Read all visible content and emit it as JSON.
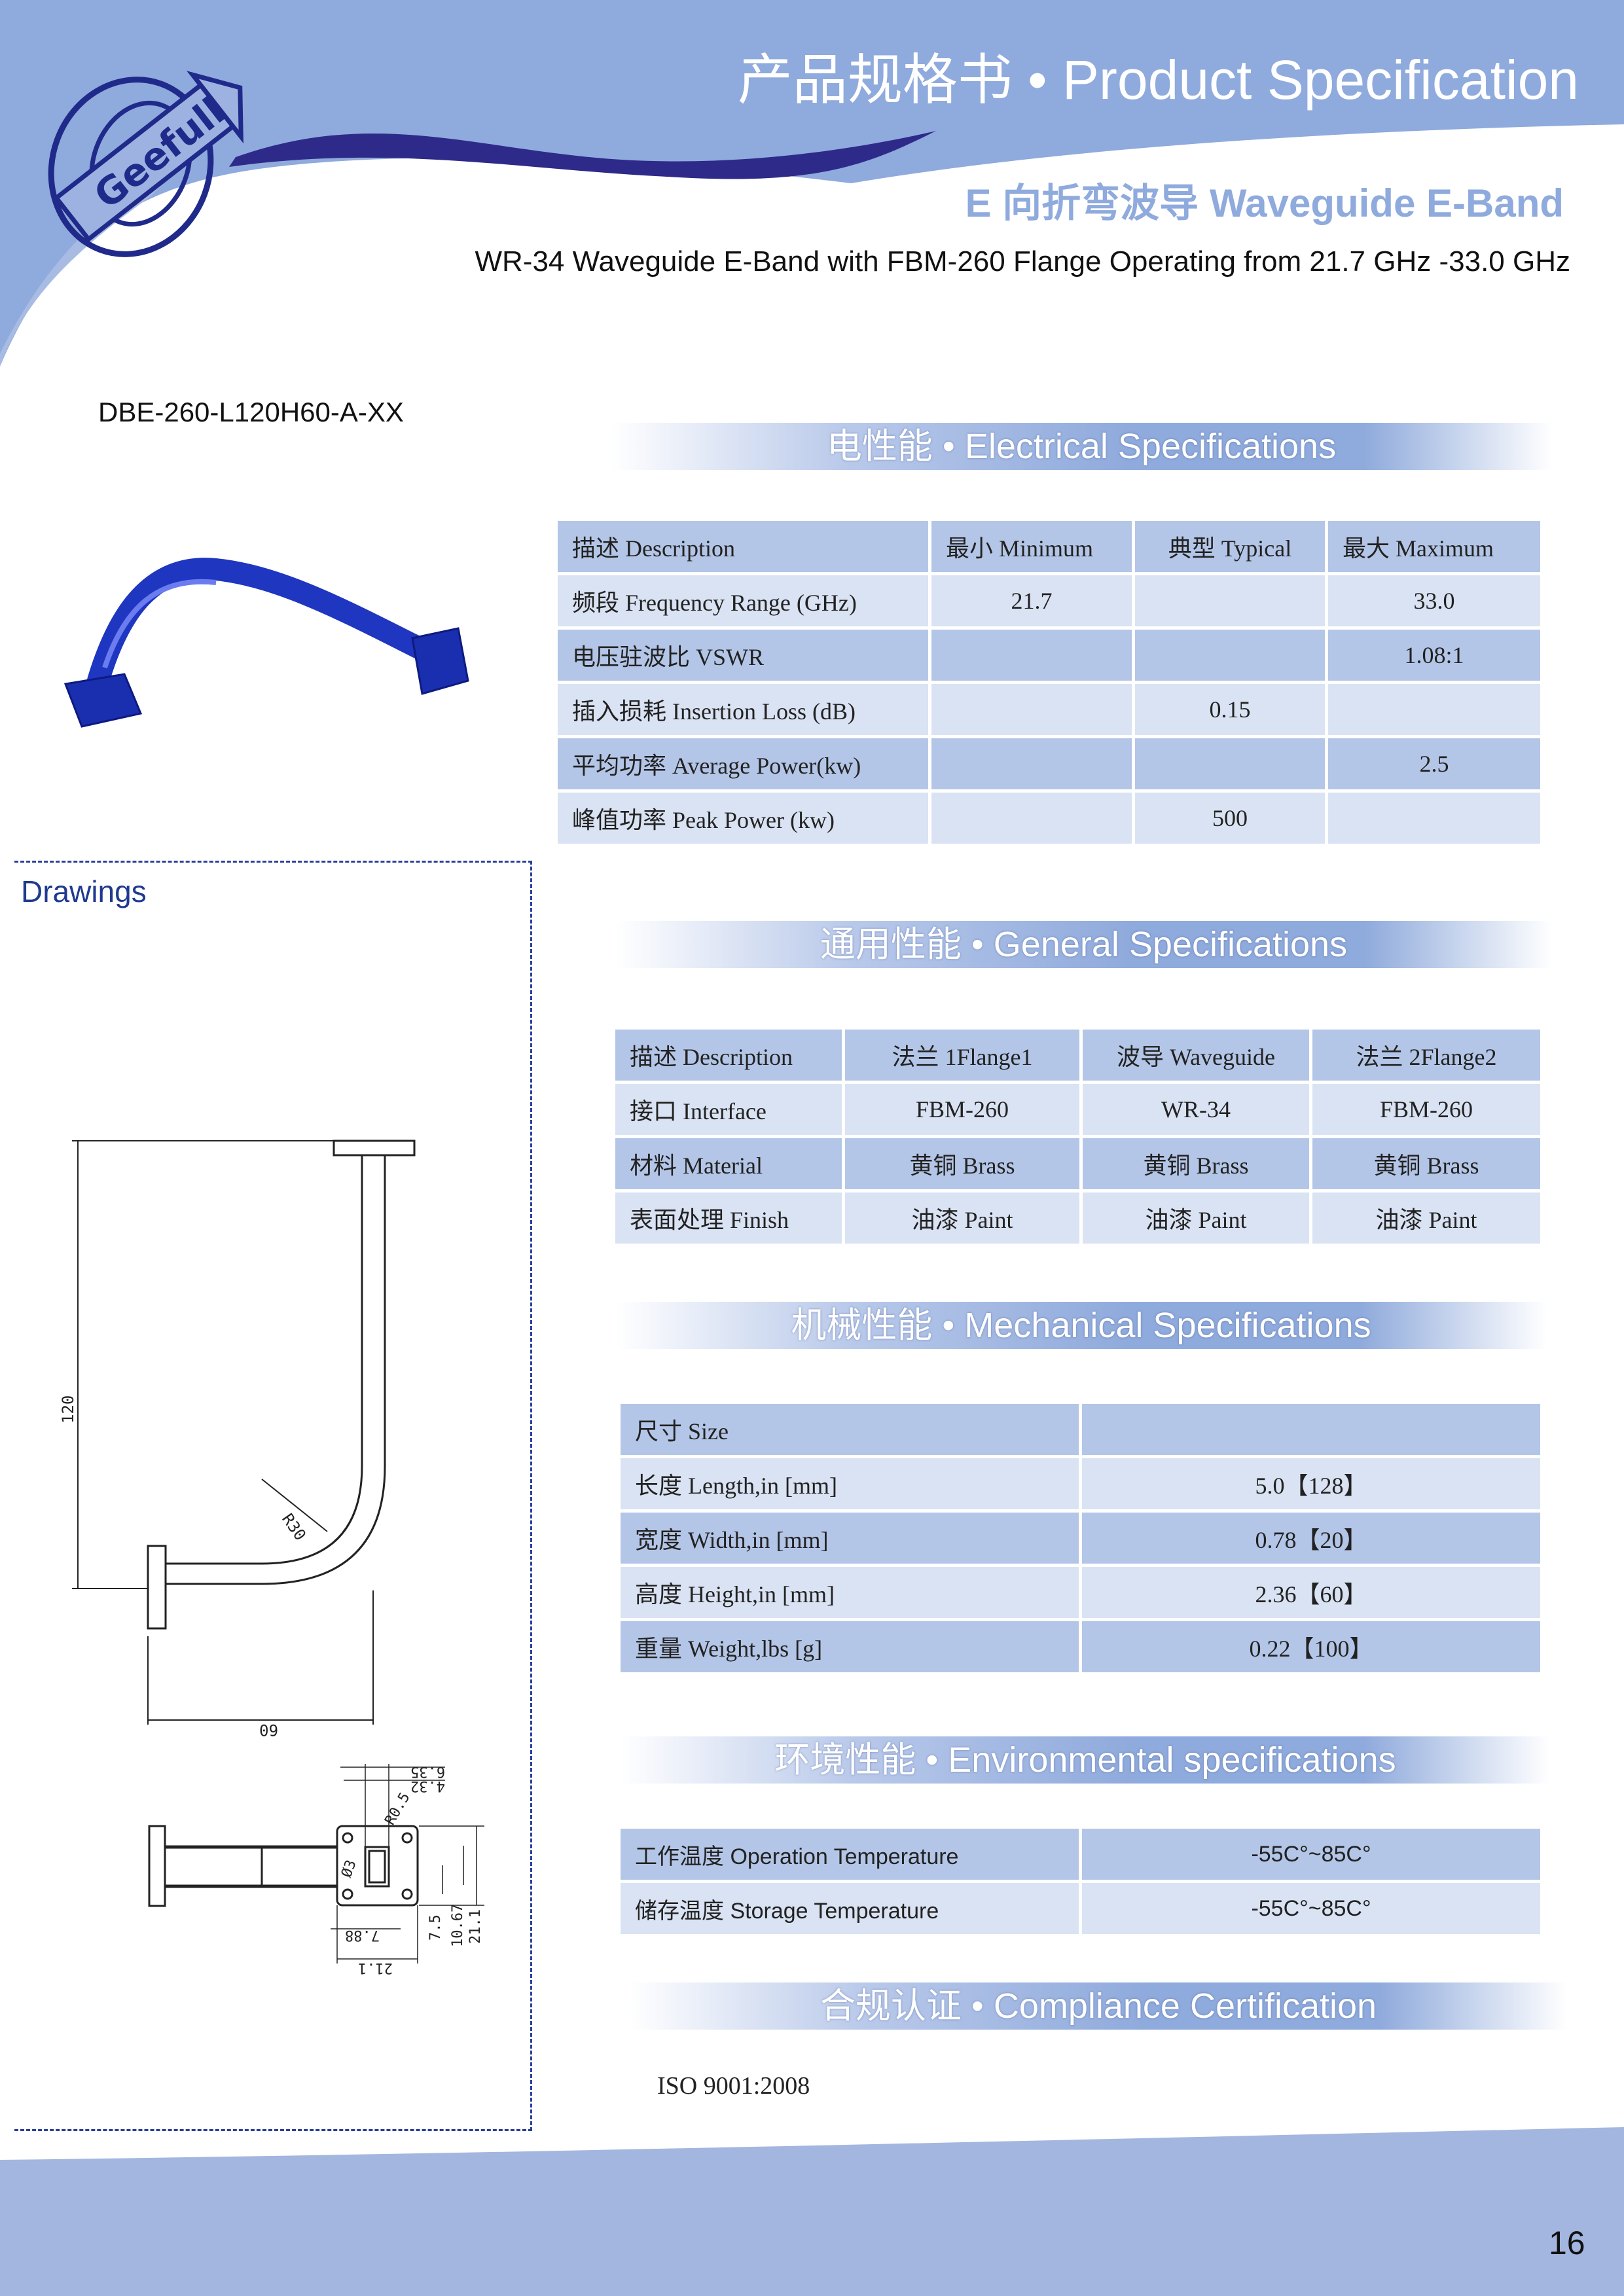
{
  "brand": {
    "logo_text": "Geefull"
  },
  "header": {
    "title": "产品规格书 • Product Specification",
    "subtitle": "E 向折弯波导  Waveguide E-Band",
    "description": "WR-34 Waveguide E-Band with FBM-260 Flange Operating from 21.7 GHz -33.0 GHz"
  },
  "part_number": "DBE-260-L120H60-A-XX",
  "drawings": {
    "label": "Drawings",
    "side_dims": {
      "height": "120",
      "width": "60",
      "radius": "R30"
    },
    "flange_dims": [
      "6.35",
      "4.32",
      "R0.5",
      "Ø3",
      "7.88",
      "21.1",
      "7.5",
      "10.67",
      "21.1"
    ]
  },
  "electrical": {
    "heading": "电性能 • Electrical Specifications",
    "headers": [
      "描述 Description",
      "最小 Minimum",
      "典型 Typical",
      "最大 Maximum"
    ],
    "rows": [
      [
        "频段 Frequency Range (GHz)",
        "21.7",
        "",
        "33.0"
      ],
      [
        "电压驻波比 VSWR",
        "",
        "",
        "1.08:1"
      ],
      [
        "插入损耗 Insertion Loss (dB)",
        "",
        "0.15",
        ""
      ],
      [
        "平均功率 Average Power(kw)",
        "",
        "",
        "2.5"
      ],
      [
        "峰值功率 Peak Power  (kw)",
        "",
        "500",
        ""
      ]
    ]
  },
  "general": {
    "heading": "通用性能 • General Specifications",
    "headers": [
      "描述 Description",
      "法兰 1Flange1",
      "波导 Waveguide",
      "法兰 2Flange2"
    ],
    "rows": [
      [
        "接口 Interface",
        "FBM-260",
        "WR-34",
        "FBM-260"
      ],
      [
        "材料 Material",
        "黄铜 Brass",
        "黄铜 Brass",
        "黄铜 Brass"
      ],
      [
        "表面处理 Finish",
        "油漆 Paint",
        "油漆 Paint",
        "油漆 Paint"
      ]
    ]
  },
  "mechanical": {
    "heading": "机械性能 •   Mechanical Specifications",
    "headers": [
      "尺寸  Size",
      ""
    ],
    "rows": [
      [
        "长度  Length,in [mm]",
        "5.0【128】"
      ],
      [
        "宽度  Width,in [mm]",
        "0.78【20】"
      ],
      [
        "高度  Height,in [mm]",
        "2.36【60】"
      ],
      [
        "重量  Weight,lbs [g]",
        "0.22【100】"
      ]
    ]
  },
  "environmental": {
    "heading": "环境性能 • Environmental specifications",
    "rows": [
      [
        "工作温度 Operation Temperature",
        "-55C°~85C°"
      ],
      [
        "储存温度 Storage Temperature",
        "-55C°~85C°"
      ]
    ]
  },
  "compliance": {
    "heading": "合规认证 • Compliance Certification",
    "items": [
      "ISO 9001:2008"
    ]
  },
  "page_number": "16",
  "colors": {
    "banner": "#8faadc",
    "swoosh": "#2e2a8a",
    "row_dark": "#b4c6e7",
    "row_light": "#dae3f3",
    "product": "#1f36c0"
  }
}
